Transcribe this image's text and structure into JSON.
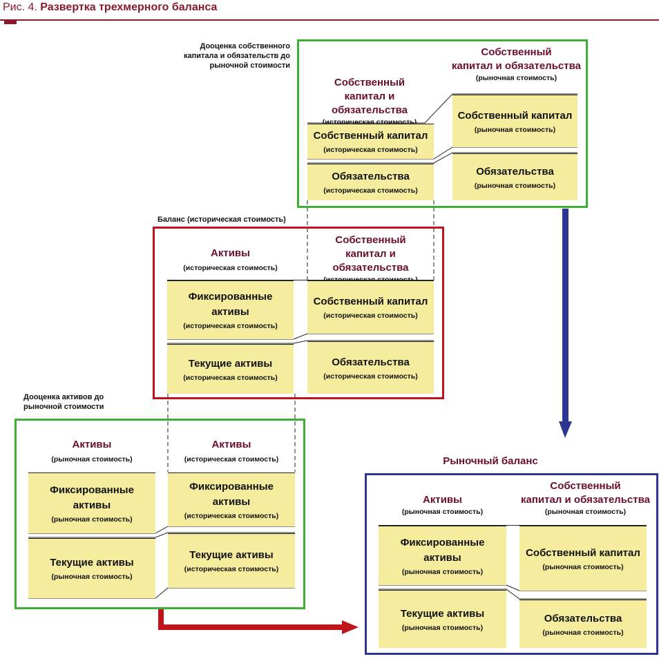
{
  "title": {
    "fig": "Рис. 4.",
    "text": "Развертка трехмерного баланса"
  },
  "notes": {
    "liab_reval": [
      "Дооценка собственного",
      "капитала и обязательств до",
      "рыночной стоимости"
    ],
    "balance_hist": "Баланс (историческая стоимость)",
    "asset_reval": [
      "Дооценка активов до",
      "рыночной стоимости"
    ],
    "market_balance": "Рыночный баланс"
  },
  "labels": {
    "assets": "Активы",
    "equity_liab_1": "Собственный",
    "equity_liab_2": "капитал и обязательства",
    "equity": "Собственный капитал",
    "liabilities": "Обязательства",
    "fixed_1": "Фиксированные",
    "fixed_2": "активы",
    "current": "Текущие активы",
    "hist": "(историческая стоимость)",
    "market": "(рыночная стоимость)"
  },
  "colors": {
    "green": "#3db034",
    "red": "#c0141c",
    "blue": "#2a3690",
    "box": "#f5ec9d",
    "heading": "#6a0f28"
  }
}
